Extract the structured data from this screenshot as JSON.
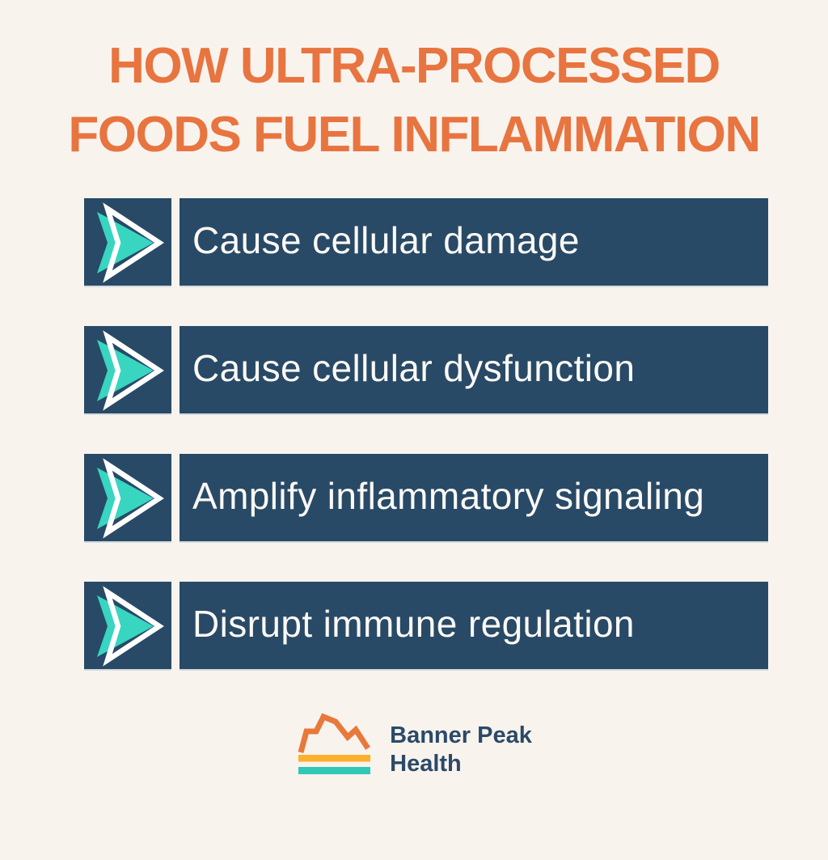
{
  "title": {
    "line1": "HOW ULTRA-PROCESSED",
    "line2": "FOODS FUEL INFLAMMATION"
  },
  "rows": [
    {
      "label": "Cause cellular damage"
    },
    {
      "label": "Cause cellular dysfunction"
    },
    {
      "label": "Amplify inflammatory signaling"
    },
    {
      "label": "Disrupt immune regulation"
    }
  ],
  "brand": {
    "line1": "Banner Peak",
    "line2": "Health"
  },
  "icons": {
    "row_marker": "double-chevron-right-arrow",
    "brand_mark": "mountain-ridge-with-bars"
  },
  "colors": {
    "background": "#f9f3ee",
    "navy": "#284a66",
    "title_orange": "#e8743f",
    "arrow_teal": "#38d5c1",
    "arrow_outline_white": "#ffffff",
    "bar_text_white": "#fbf8f5",
    "logo_mountain_orange": "#e8793b",
    "logo_bar_yellow": "#fbb12b",
    "logo_bar_teal": "#2fc7b6",
    "logo_text_navy": "#2b4a68"
  }
}
